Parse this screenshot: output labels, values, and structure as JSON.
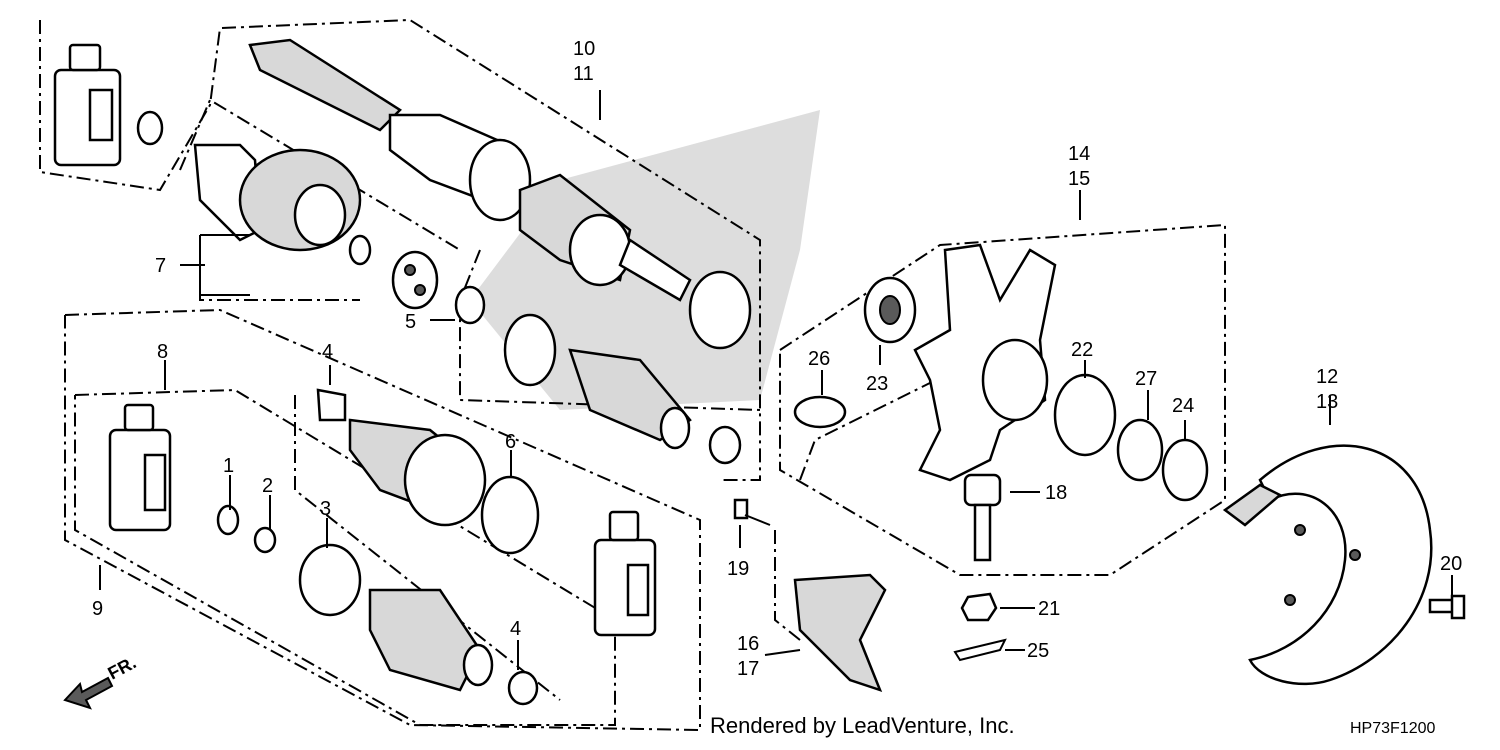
{
  "labels": {
    "l1": "1",
    "l2": "2",
    "l3": "3",
    "l4a": "4",
    "l4b": "4",
    "l5": "5",
    "l6": "6",
    "l7": "7",
    "l8": "8",
    "l9": "9",
    "l10": "10",
    "l11": "11",
    "l12": "12",
    "l13": "13",
    "l14": "14",
    "l15": "15",
    "l16": "16",
    "l17": "17",
    "l18": "18",
    "l19": "19",
    "l20": "20",
    "l21": "21",
    "l22": "22",
    "l23": "23",
    "l24": "24",
    "l25": "25",
    "l26": "26",
    "l27": "27"
  },
  "footer": {
    "credit": "Rendered by LeadVenture, Inc.",
    "diagram_code": "HP73F1200",
    "front_indicator": "FR."
  }
}
